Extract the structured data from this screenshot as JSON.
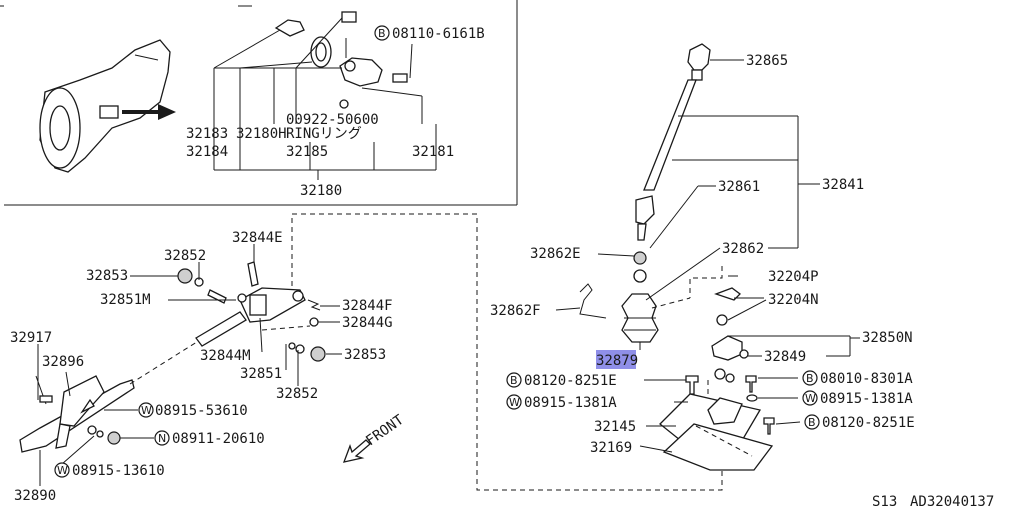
{
  "colors": {
    "ink": "#1a1a1a",
    "highlight": "#8f8fe8",
    "paper": "#ffffff"
  },
  "inset": {
    "bolt_callout": {
      "prefix": "B",
      "number": "08110-6161B"
    },
    "ring_callout": {
      "number": "00922-50600",
      "ring_text": "RINGリング"
    },
    "parts": [
      "32183",
      "32180H",
      "32184",
      "32185",
      "32181",
      "32180"
    ]
  },
  "left": {
    "parts": [
      "32844E",
      "32852",
      "32853",
      "32851M",
      "32844F",
      "32844G",
      "32844M",
      "32853",
      "32851",
      "32852",
      "32917",
      "32896",
      "32890"
    ],
    "washer_1": {
      "prefix": "W",
      "number": "08915-53610"
    },
    "nut_1": {
      "prefix": "N",
      "number": "08911-20610"
    },
    "washer_2": {
      "prefix": "W",
      "number": "08915-13610"
    },
    "front_label": "FRONT"
  },
  "right": {
    "parts": [
      "32865",
      "32841",
      "32861",
      "32862E",
      "32862",
      "32204P",
      "32862F",
      "32204N",
      "32850N",
      "32849",
      "32145",
      "32169"
    ],
    "highlighted_part": "32879",
    "bolt_1": {
      "prefix": "B",
      "number": "08120-8251E"
    },
    "washer_1": {
      "prefix": "W",
      "number": "08915-1381A"
    },
    "bolt_2": {
      "prefix": "B",
      "number": "08010-8301A"
    },
    "washer_2": {
      "prefix": "W",
      "number": "08915-1381A"
    },
    "bolt_3": {
      "prefix": "B",
      "number": "08120-8251E"
    }
  },
  "footer": {
    "model": "S13",
    "drawing_code": "AD32040137"
  }
}
